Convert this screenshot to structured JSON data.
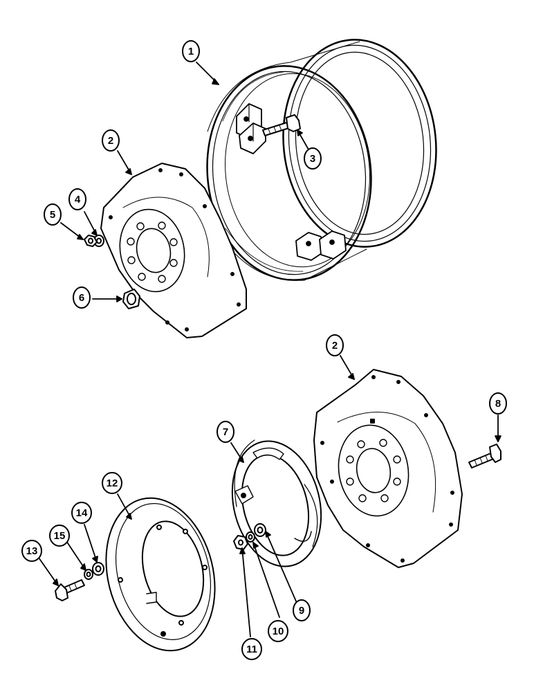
{
  "diagram": {
    "parts": [
      {
        "id": "rim",
        "callout": "1",
        "name": "rim-wheel"
      },
      {
        "id": "disc_upper",
        "callout": "2",
        "name": "wheel-disc-upper"
      },
      {
        "id": "bolt_rim",
        "callout": "3",
        "name": "rim-bolt"
      },
      {
        "id": "washer_upper",
        "callout": "4",
        "name": "washer-upper"
      },
      {
        "id": "nut_upper",
        "callout": "5",
        "name": "nut-upper"
      },
      {
        "id": "nut_wheel",
        "callout": "6",
        "name": "wheel-nut"
      },
      {
        "id": "spacer",
        "callout": "7",
        "name": "spacer-ring"
      },
      {
        "id": "bolt_disc",
        "callout": "8",
        "name": "disc-bolt"
      },
      {
        "id": "washer_9",
        "callout": "9",
        "name": "flat-washer"
      },
      {
        "id": "lockwasher_10",
        "callout": "10",
        "name": "lock-washer"
      },
      {
        "id": "nut_11",
        "callout": "11",
        "name": "nut-lower"
      },
      {
        "id": "weight",
        "callout": "12",
        "name": "wheel-weight"
      },
      {
        "id": "bolt_13",
        "callout": "13",
        "name": "weight-bolt"
      },
      {
        "id": "washer_14",
        "callout": "14",
        "name": "weight-washer"
      },
      {
        "id": "lockwasher_15",
        "callout": "15",
        "name": "weight-lock-washer"
      },
      {
        "id": "disc_lower",
        "callout": "2",
        "name": "wheel-disc-lower"
      }
    ]
  },
  "colors": {
    "line": "#000000",
    "fill": "#ffffff"
  }
}
